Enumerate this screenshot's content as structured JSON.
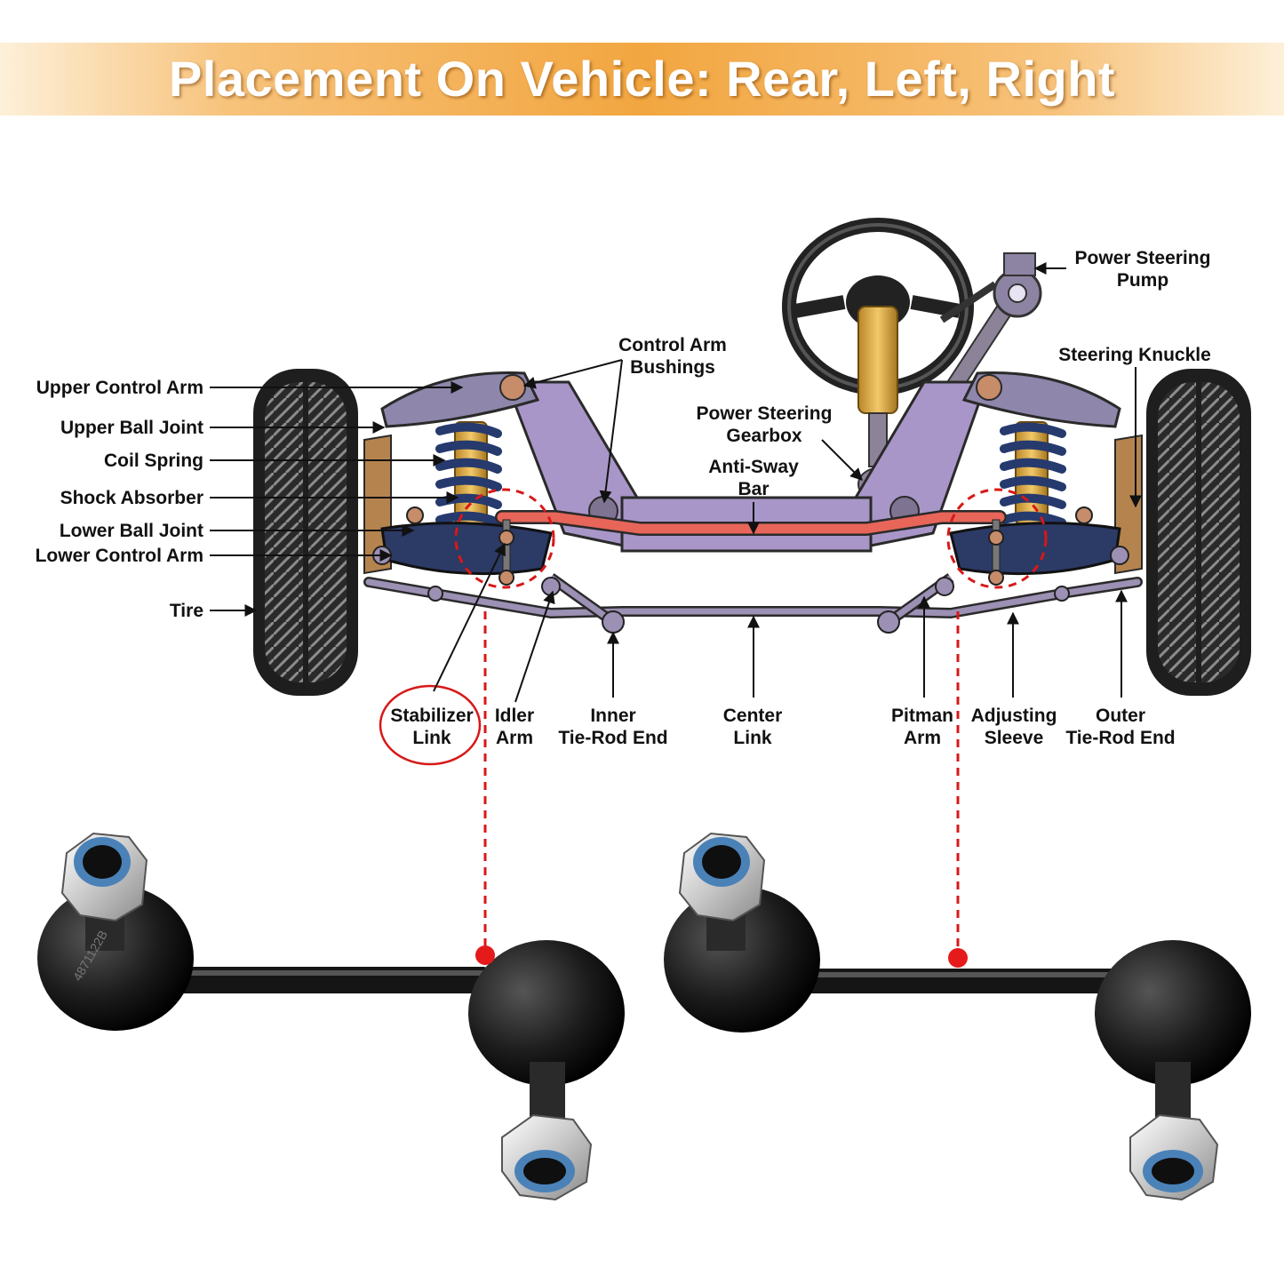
{
  "title": "Placement On Vehicle: Rear, Left, Right",
  "colors": {
    "banner_orange": "#f2a640",
    "frame_purple": "#a896c8",
    "sway_bar_red": "#e8655a",
    "callout_red": "#d81818",
    "part_black": "#1a1a1a"
  },
  "labels": {
    "upper_control_arm": "Upper Control Arm",
    "upper_ball_joint": "Upper Ball Joint",
    "coil_spring": "Coil Spring",
    "shock_absorber": "Shock Absorber",
    "lower_ball_joint": "Lower Ball Joint",
    "lower_control_arm": "Lower Control Arm",
    "tire": "Tire",
    "control_arm_bushings": [
      "Control Arm",
      "Bushings"
    ],
    "power_steering_gearbox": [
      "Power Steering",
      "Gearbox"
    ],
    "anti_sway_bar": [
      "Anti-Sway",
      "Bar"
    ],
    "power_steering_pump": [
      "Power Steering",
      "Pump"
    ],
    "steering_knuckle": "Steering Knuckle",
    "stabilizer_link": [
      "Stabilizer",
      "Link"
    ],
    "idler_arm": [
      "Idler",
      "Arm"
    ],
    "inner_tie_rod_end": [
      "Inner",
      "Tie-Rod End"
    ],
    "center_link": [
      "Center",
      "Link"
    ],
    "pitman_arm": [
      "Pitman",
      "Arm"
    ],
    "adjusting_sleeve": [
      "Adjusting",
      "Sleeve"
    ],
    "outer_tie_rod_end": [
      "Outer",
      "Tie-Rod End"
    ]
  },
  "part_marking": "4871122B",
  "icons": [
    "steering-wheel-icon",
    "tire-icon",
    "coil-spring-icon",
    "nut-icon",
    "stabilizer-link-icon"
  ]
}
